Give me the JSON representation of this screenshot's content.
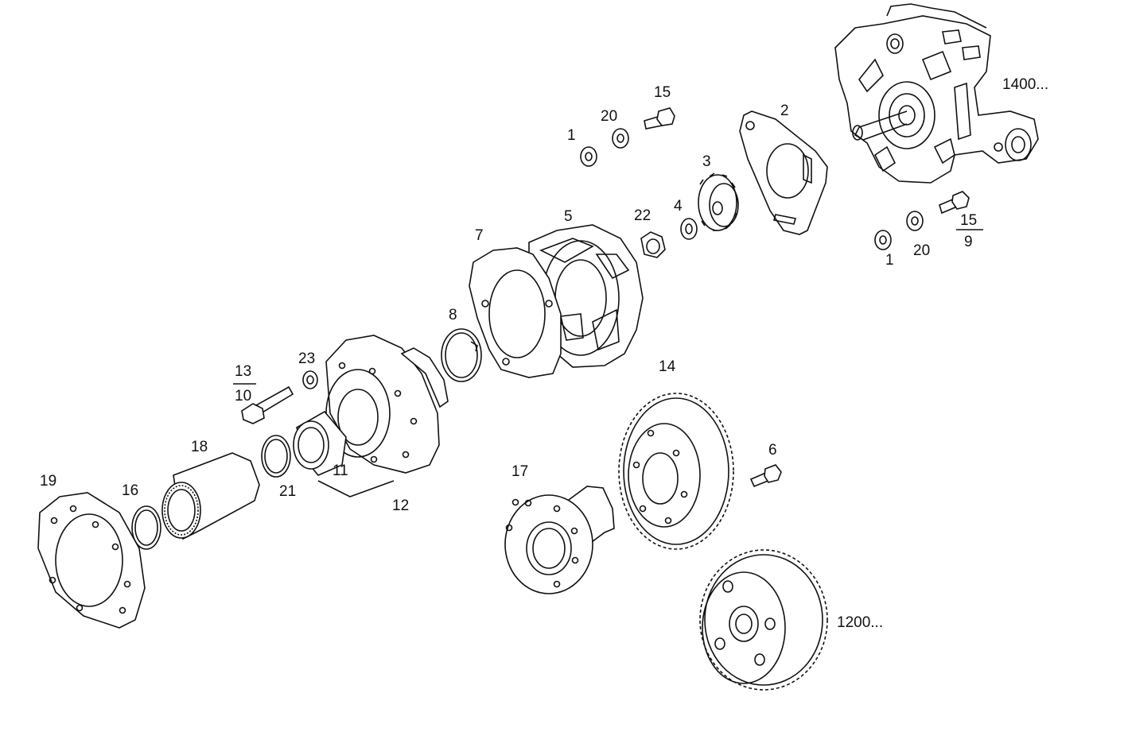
{
  "labels": {
    "p1_top": "1",
    "p20_top": "20",
    "p15_top": "15",
    "p2": "2",
    "p3": "3",
    "p1400": "1400...",
    "p4": "4",
    "p22": "22",
    "p5": "5",
    "p7": "7",
    "p8": "8",
    "p15_bot": "15",
    "p9": "9",
    "p1_bot": "1",
    "p20_bot": "20",
    "p13": "13",
    "p10": "10",
    "p23": "23",
    "p14": "14",
    "p18": "18",
    "p11": "11",
    "p21": "21",
    "p12": "12",
    "p19": "19",
    "p16": "16",
    "p17": "17",
    "p6": "6",
    "p1200": "1200..."
  }
}
